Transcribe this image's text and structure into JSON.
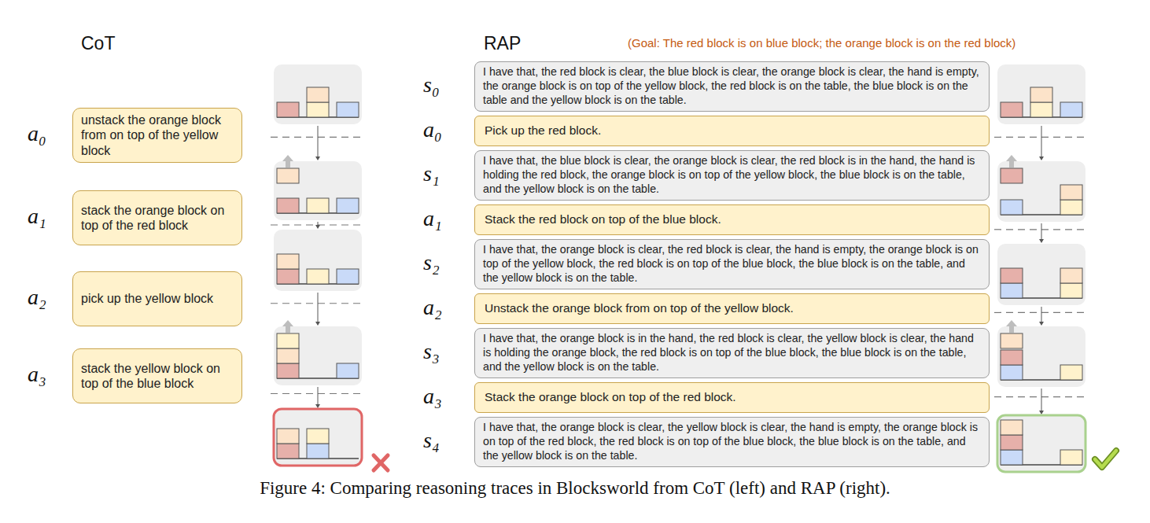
{
  "diagram": {
    "caption": "Figure 4: Comparing reasoning traces in Blocksworld from CoT (left) and RAP (right).",
    "nodes": [
      {
        "text": [
          "unstack the orange block from on top of the yellow block"
        ]
      },
      {
        "text": [
          "stack the orange block on top of the red block"
        ]
      },
      {
        "text": [
          "pick up the yellow block"
        ]
      },
      {
        "text": [
          "stack the yellow block on top of the blue block"
        ]
      },
      {
        "text": [
          "I have that, the red block is clear, the blue block is clear, the orange block is clear, the hand is empty, the orange block is on top of the yellow block, the red block is on the table, the blue block is on the table and the yellow block is on the table."
        ]
      },
      {
        "text": [
          "Pick up the red block."
        ]
      },
      {
        "text": [
          "I have that, the blue block is clear, the orange block is clear, the red block is in the hand, the hand is holding the red block, the orange block is on top of the yellow block, the blue block is on the table, and the yellow block is on the table."
        ]
      },
      {
        "text": [
          "Stack the red block on top of the blue block."
        ]
      },
      {
        "text": [
          "I have that, the orange block is clear, the red block is clear, the hand is empty, the orange block is on top of the yellow block, the red block is on top of the blue block, the blue block is on the table, and the yellow block is on the table."
        ]
      },
      {
        "text": [
          "Unstack the orange block from on top of the yellow block."
        ]
      },
      {
        "text": [
          "I have that, the orange block is in the hand, the red block is clear, the yellow block is clear, the hand is holding the orange block, the red block is on top of the blue block, the blue block is on the table, and the yellow block is on the table."
        ]
      },
      {
        "text": [
          "Stack the orange block on top of the red block."
        ]
      },
      {
        "text": [
          "I have that, the orange block is clear, the yellow block is clear, the hand is empty, the orange block is on top of the red block, the red block is on top of the blue block, the blue block is on the table, and the yellow block is on the table."
        ]
      }
    ],
    "labels": [
      "CoT",
      "RAP",
      "(Goal: The red block is on blue block; the orange block is on the red block)",
      "a₀",
      "a₁",
      "a₂",
      "a₃",
      "s₀",
      "a₀",
      "s₁",
      "a₁",
      "s₂",
      "a₂",
      "s₃",
      "a₃",
      "s₄"
    ]
  }
}
